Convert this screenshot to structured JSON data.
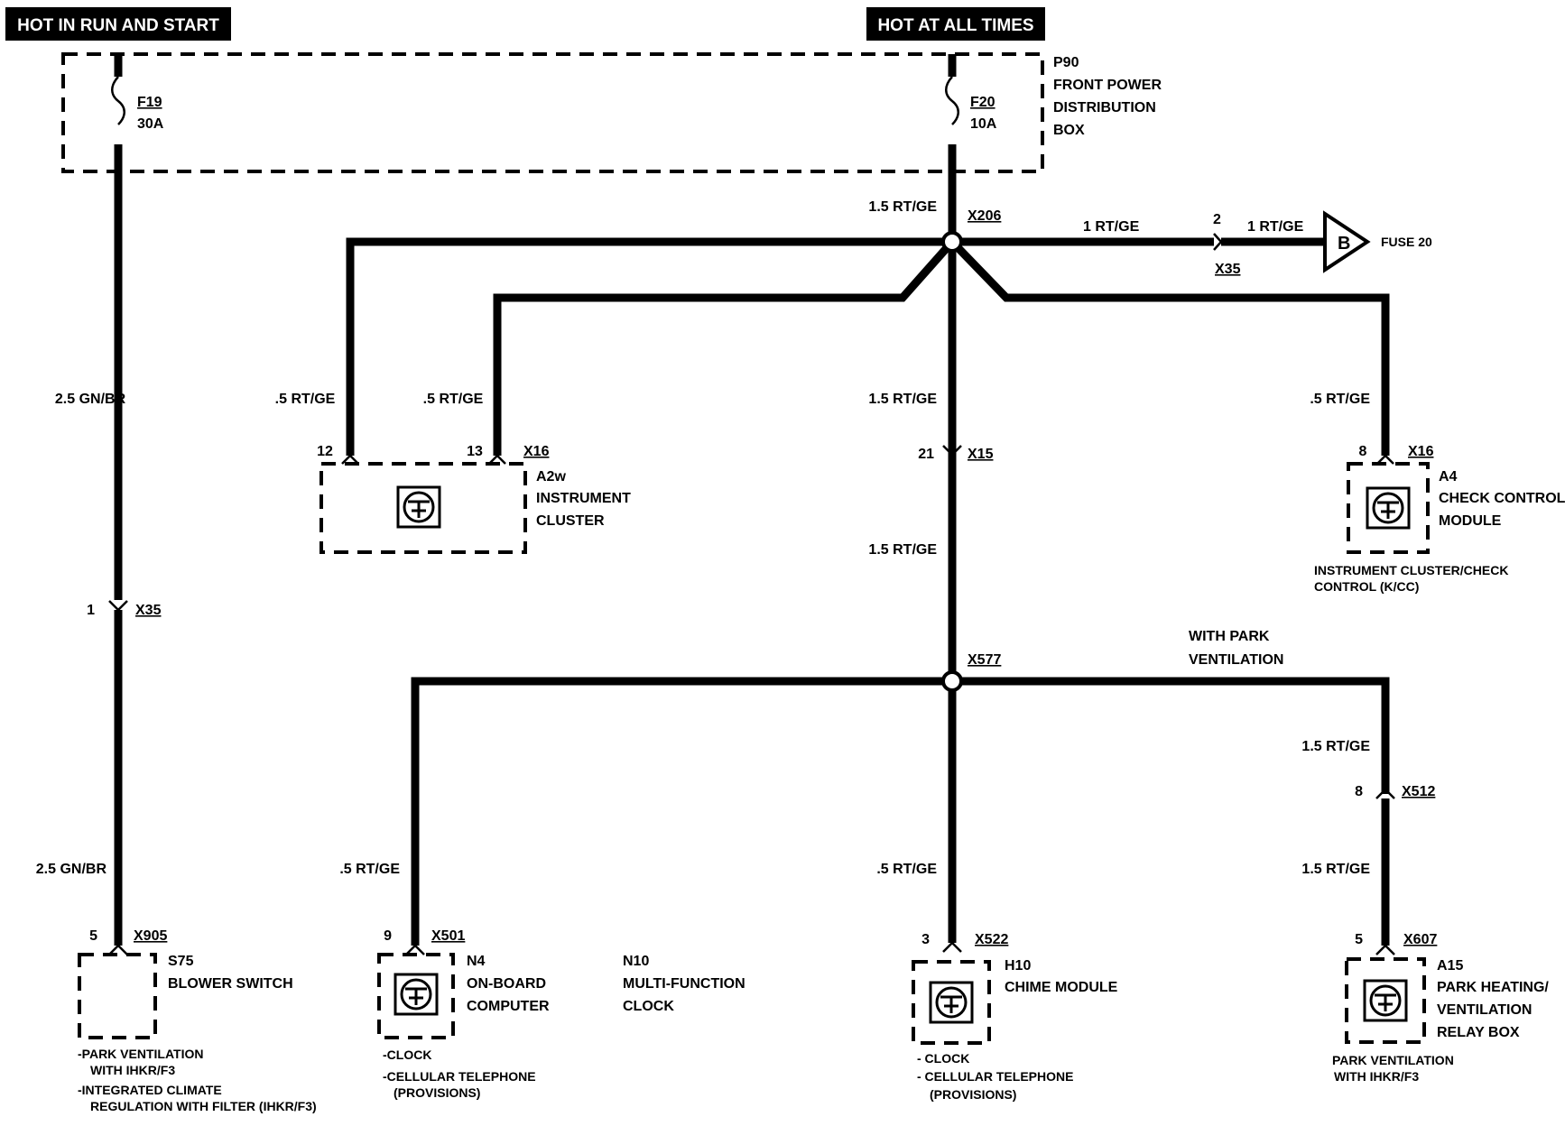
{
  "headers": {
    "run_start": "HOT IN RUN AND START",
    "all_times": "HOT AT ALL TIMES"
  },
  "power_box": {
    "id": "P90",
    "name_1": "FRONT POWER",
    "name_2": "DISTRIBUTION",
    "name_3": "BOX",
    "fuse_a_id": "F19",
    "fuse_a_rating": "30A",
    "fuse_b_id": "F20",
    "fuse_b_rating": "10A"
  },
  "wires": {
    "w_1_5_top": "1.5 RT/GE",
    "w_1_rt_a": "1 RT/GE",
    "w_1_rt_b": "1 RT/GE",
    "w_2_5_top": "2.5 GN/BR",
    "w_05_left1": ".5 RT/GE",
    "w_05_left2": ".5 RT/GE",
    "w_1_5_mid": "1.5 RT/GE",
    "w_05_right": ".5 RT/GE",
    "w_1_5_low": "1.5 RT/GE",
    "w_1_5_pv1": "1.5 RT/GE",
    "w_2_5_bot": "2.5 GN/BR",
    "w_05_n4": ".5 RT/GE",
    "w_05_h10": ".5 RT/GE",
    "w_1_5_pv2": "1.5 RT/GE"
  },
  "splices": {
    "top": "X206",
    "mid": "X577"
  },
  "connectors": {
    "x35_top_pin": "2",
    "x35_top": "X35",
    "fuse_ref_letter": "B",
    "fuse_ref_label": "FUSE 20",
    "x16_pin_a": "12",
    "x16_pin_b": "13",
    "x16_a2w": "X16",
    "x15_pin": "21",
    "x15": "X15",
    "x16_a4_pin": "8",
    "x16_a4": "X16",
    "x35_left_pin": "1",
    "x35_left": "X35",
    "x512_pin": "8",
    "x512": "X512",
    "x905_pin": "5",
    "x905": "X905",
    "x501_pin": "9",
    "x501": "X501",
    "x522_pin": "3",
    "x522": "X522",
    "x607_pin": "5",
    "x607": "X607"
  },
  "components": {
    "a2w": {
      "id": "A2w",
      "line1": "INSTRUMENT",
      "line2": "CLUSTER"
    },
    "a4": {
      "id": "A4",
      "line1": "CHECK CONTROL",
      "line2": "MODULE",
      "note1": "INSTRUMENT CLUSTER/CHECK",
      "note2": "CONTROL (K/CC)"
    },
    "s75": {
      "id": "S75",
      "line1": "BLOWER SWITCH",
      "note1": "-PARK VENTILATION",
      "note2": "WITH IHKR/F3",
      "note3": "-INTEGRATED CLIMATE",
      "note4": "REGULATION WITH FILTER (IHKR/F3)"
    },
    "n4": {
      "id": "N4",
      "line1": "ON-BOARD",
      "line2": "COMPUTER",
      "note1": "-CLOCK",
      "note2": "-CELLULAR TELEPHONE",
      "note3": "(PROVISIONS)"
    },
    "n10": {
      "id": "N10",
      "line1": "MULTI-FUNCTION",
      "line2": "CLOCK"
    },
    "h10": {
      "id": "H10",
      "line1": "CHIME MODULE",
      "note1": "- CLOCK",
      "note2": "- CELLULAR TELEPHONE",
      "note3": "(PROVISIONS)"
    },
    "a15": {
      "id": "A15",
      "line1": "PARK HEATING/",
      "line2": "VENTILATION",
      "line3": "RELAY BOX",
      "note1": "PARK VENTILATION",
      "note2": "WITH IHKR/F3"
    }
  },
  "options": {
    "park_vent_1": "WITH PARK",
    "park_vent_2": "VENTILATION"
  },
  "icons": [
    "module-icon",
    "fuse-icon",
    "splice-icon",
    "connector-icon",
    "reference-arrow-icon"
  ]
}
